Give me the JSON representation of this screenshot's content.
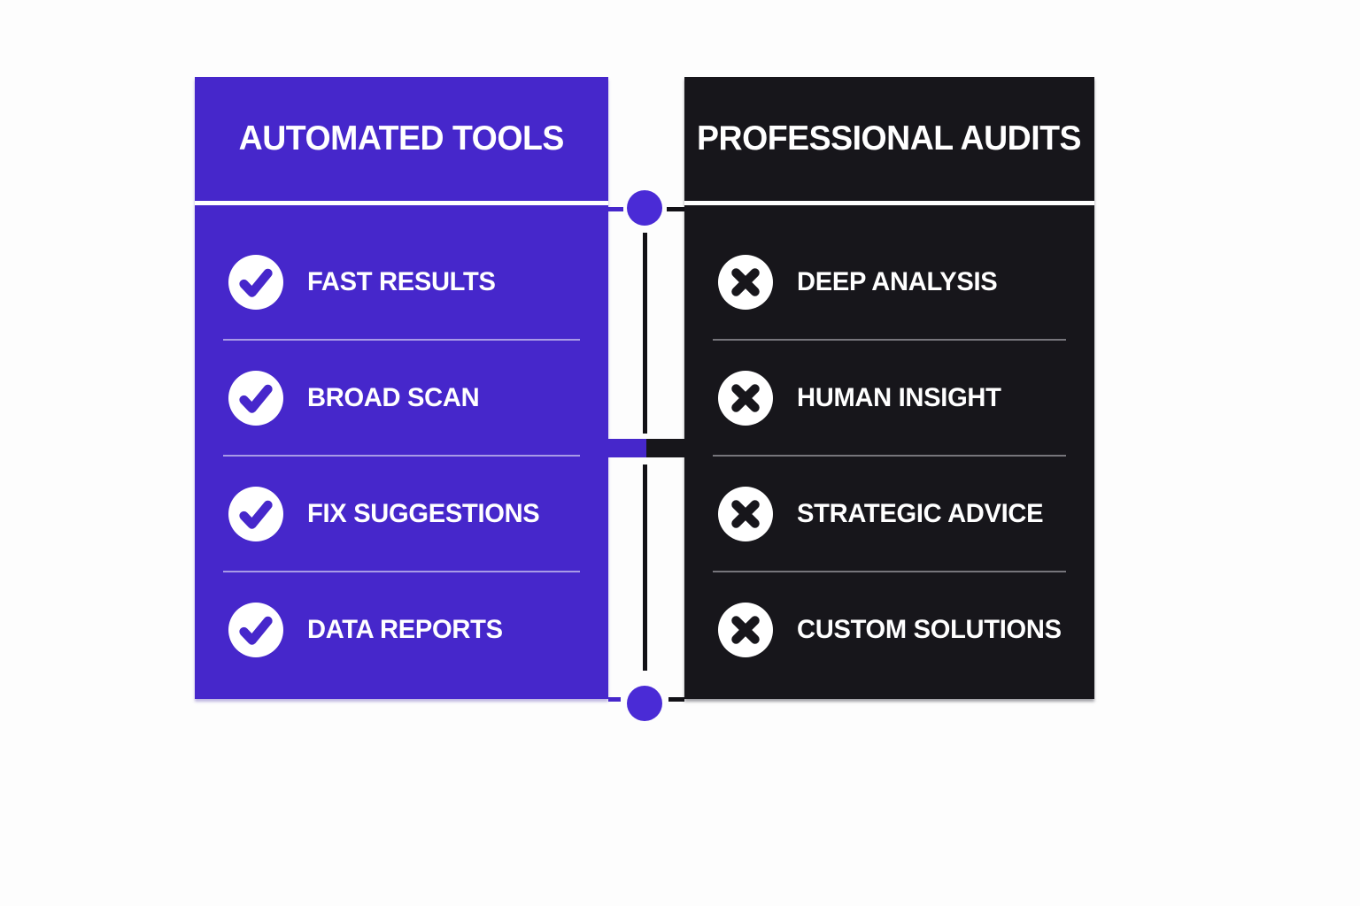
{
  "colors": {
    "background": "#fdfdfd",
    "accent_purple": "#4627cb",
    "panel_black": "#17161b",
    "dot_purple": "#4a2bd6",
    "text_white": "#ffffff"
  },
  "left_panel": {
    "title": "AUTOMATED TOOLS",
    "icon_type": "check-icon",
    "items": [
      {
        "label": "FAST RESULTS"
      },
      {
        "label": "BROAD SCAN"
      },
      {
        "label": "FIX SUGGESTIONS"
      },
      {
        "label": "DATA REPORTS"
      }
    ]
  },
  "right_panel": {
    "title": "PROFESSIONAL AUDITS",
    "icon_type": "x-icon",
    "items": [
      {
        "label": "DEEP ANALYSIS"
      },
      {
        "label": "HUMAN INSIGHT"
      },
      {
        "label": "STRATEGIC ADVICE"
      },
      {
        "label": "CUSTOM SOLUTIONS"
      }
    ]
  }
}
